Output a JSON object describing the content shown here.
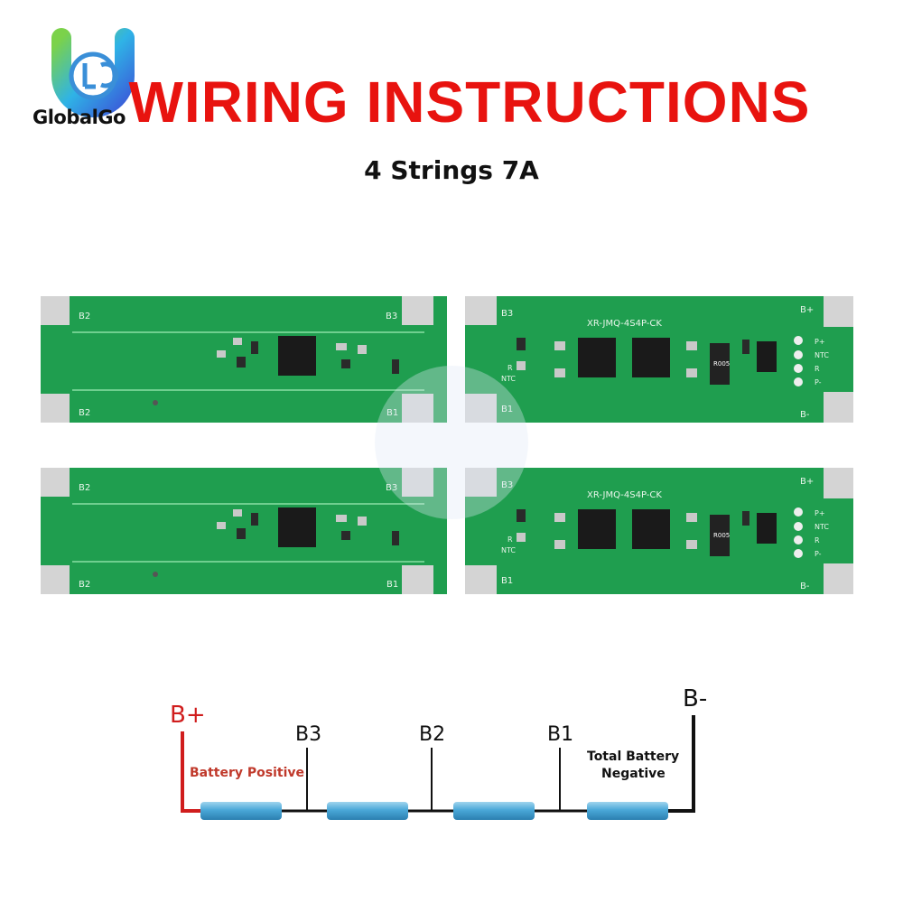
{
  "logo": {
    "text": "GlobalGo"
  },
  "header": {
    "title": "WIRING INSTRUCTIONS",
    "subtitle": "4 Strings 7A"
  },
  "board": {
    "pads": {
      "b2": "B2",
      "b3": "B3",
      "b1": "B1",
      "bplus": "B+",
      "bminus": "B-"
    },
    "silkscreen": "XR-JMQ-4S4P-CK",
    "connector_labels": [
      "P+",
      "NTC",
      "R",
      "P-"
    ],
    "mid_labels": [
      "NTC",
      "R"
    ],
    "resistor_code": "R005"
  },
  "wiring": {
    "b_plus": "B+",
    "b3": "B3",
    "b2": "B2",
    "b1": "B1",
    "b_minus": "B-",
    "battery_positive": "Battery Positive",
    "total_negative_line1": "Total Battery",
    "total_negative_line2": "Negative"
  },
  "colors": {
    "title_red": "#e8130f",
    "pcb_green": "#1f9e4f",
    "pad_silver": "#d4d4d4",
    "wire_red": "#d01d1d",
    "battery_blue": "#4aa8d8"
  }
}
